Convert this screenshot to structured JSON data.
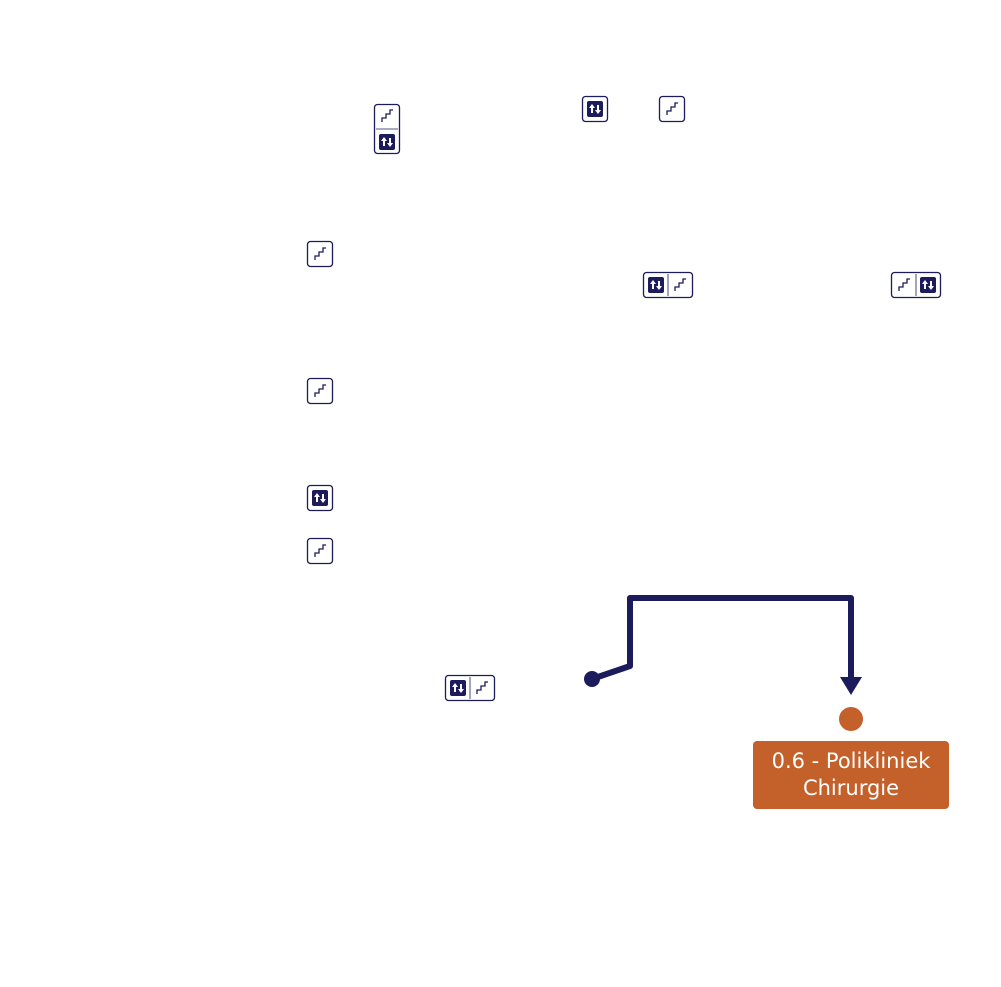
{
  "colors": {
    "route": "#1c1b5c",
    "icon_stroke": "#1c1b5c",
    "destination": "#c4602a",
    "destination_text": "#ffffff",
    "background": "#ffffff"
  },
  "icons": [
    {
      "id": "icon-1",
      "type": "stairs-elevator-vertical"
    },
    {
      "id": "icon-2",
      "type": "elevator"
    },
    {
      "id": "icon-3",
      "type": "stairs"
    },
    {
      "id": "icon-4",
      "type": "stairs"
    },
    {
      "id": "icon-5",
      "type": "elevator-stairs"
    },
    {
      "id": "icon-6",
      "type": "stairs-elevator"
    },
    {
      "id": "icon-7",
      "type": "stairs"
    },
    {
      "id": "icon-8",
      "type": "elevator"
    },
    {
      "id": "icon-9",
      "type": "stairs"
    },
    {
      "id": "icon-10",
      "type": "elevator-stairs"
    }
  ],
  "destination": {
    "line1": "0.6 - Polikliniek",
    "line2": "Chirurgie",
    "marker_icon": "destination-dot-icon"
  },
  "route": {
    "start_marker_icon": "route-start-dot-icon",
    "end_marker_icon": "route-arrow-icon"
  }
}
